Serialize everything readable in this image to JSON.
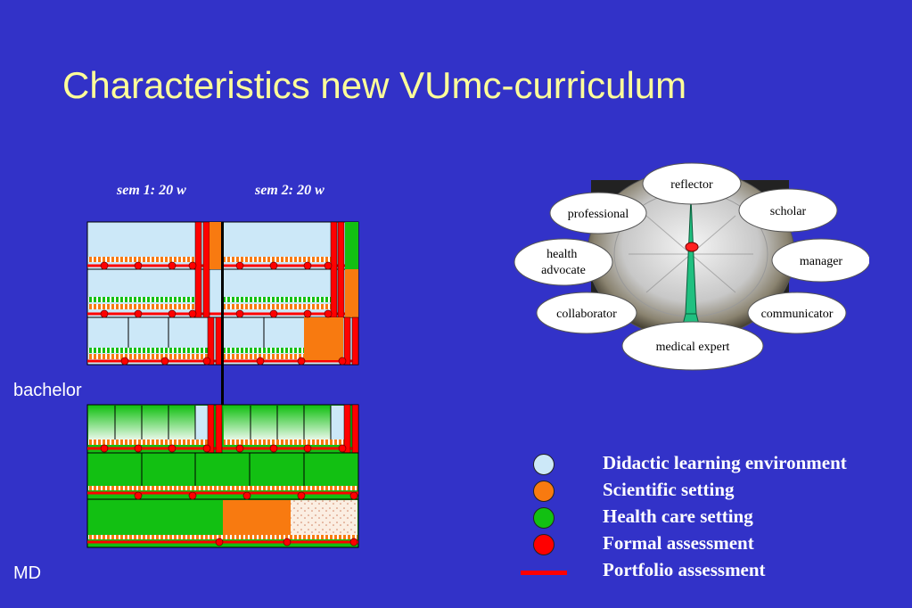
{
  "title": "Characteristics new VUmc-curriculum",
  "semesters": [
    "sem 1: 20 w",
    "sem 2: 20 w"
  ],
  "phases": {
    "bachelor": "bachelor",
    "md": "MD"
  },
  "roles": {
    "center": "reflector",
    "items": [
      "professional",
      "scholar",
      "health advocate",
      "manager",
      "collaborator",
      "communicator",
      "medical expert"
    ]
  },
  "legend": [
    {
      "label": "Didactic learning environment",
      "color": "#cce8f8",
      "shape": "circle"
    },
    {
      "label": "Scientific setting",
      "color": "#f87a10",
      "shape": "circle"
    },
    {
      "label": "Health care setting",
      "color": "#12c012",
      "shape": "circle"
    },
    {
      "label": "Formal assessment",
      "color": "#ff0000",
      "shape": "circle"
    },
    {
      "label": "Portfolio assessment",
      "color": "#ff0000",
      "shape": "line"
    }
  ],
  "colors": {
    "background": "#3232c8",
    "title": "#ffff99",
    "didactic": "#cce8f8",
    "scientific": "#f87a10",
    "health_care": "#12c012",
    "assessment": "#ff0000",
    "compass_needle": "#20c080"
  }
}
